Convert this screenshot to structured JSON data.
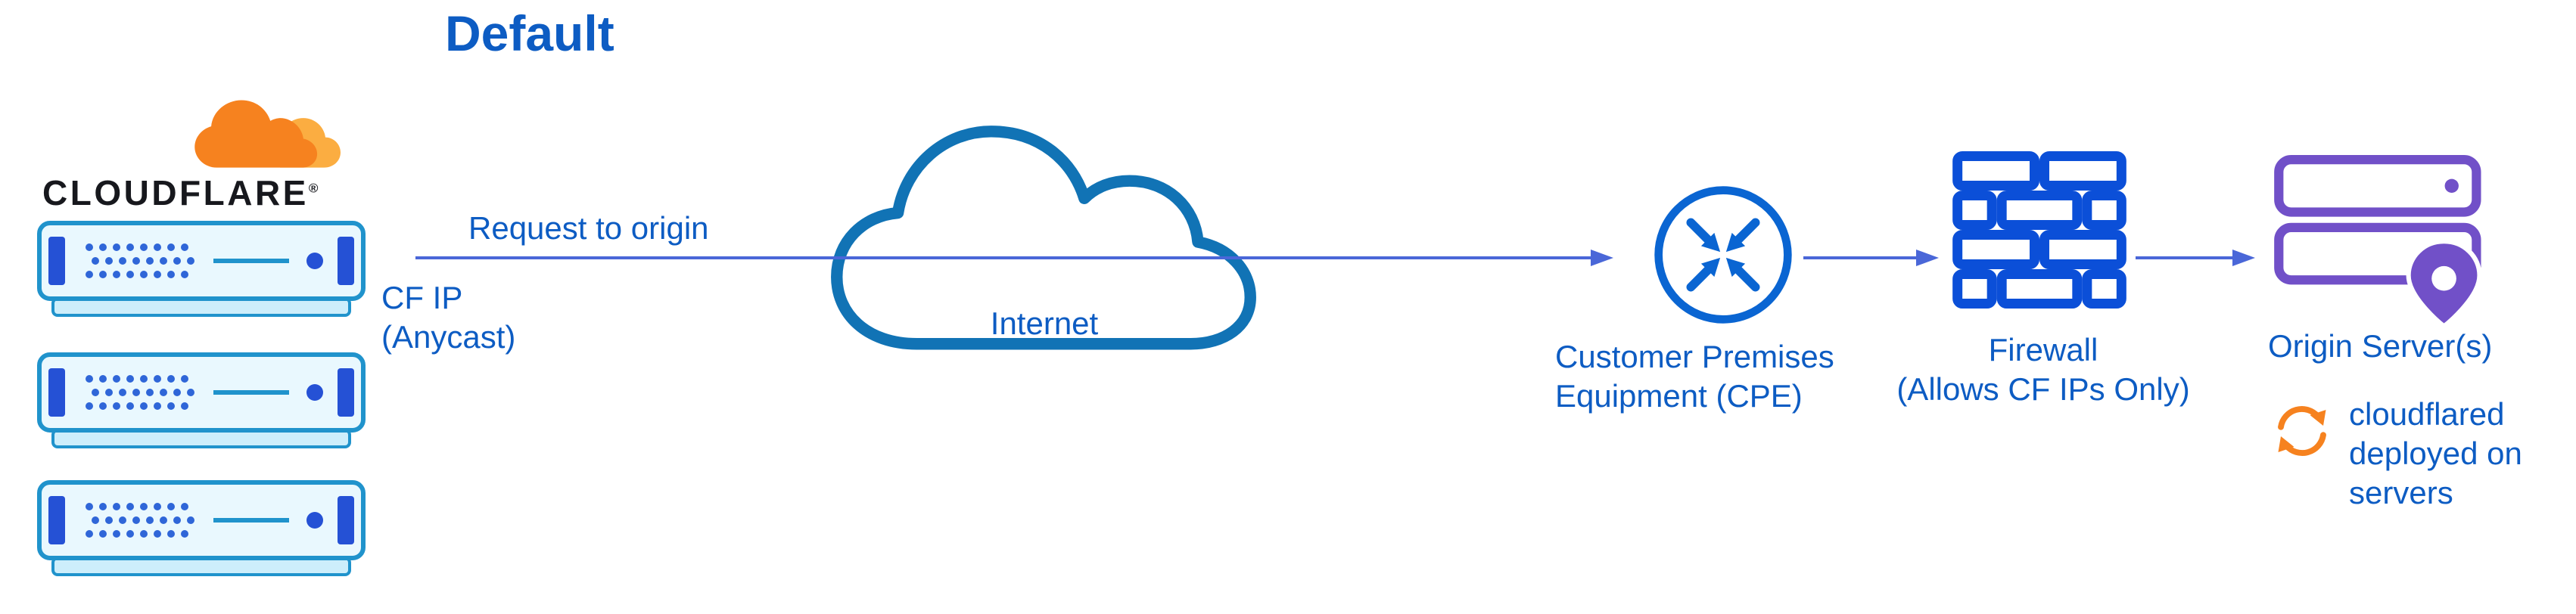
{
  "title": "Default",
  "colors": {
    "text_blue": "#0d5cc3",
    "arrow_blue": "#4a67d8",
    "cloud_stroke": "#1173b5",
    "cpe_blue": "#0a65d2",
    "firewall_blue": "#0b4fd8",
    "origin_purple": "#7150c8",
    "brand_orange": "#f6821f",
    "brand_orange_light": "#fbad41",
    "logo_text_color": "#17181d",
    "server_border": "#2093cc",
    "server_fill": "#e9f8fe",
    "server_rail": "#2551d5",
    "server_accent": "#2f66d8",
    "server_base": "#cdeefb"
  },
  "cloudflare": {
    "logo_text": "CLOUDFLARE",
    "registered_mark": "®"
  },
  "flow": {
    "request_label": "Request to origin",
    "source_label_lines": [
      "CF IP",
      "(Anycast)"
    ]
  },
  "internet": {
    "label": "Internet"
  },
  "cpe": {
    "label_lines": [
      "Customer Premises",
      "Equipment (CPE)"
    ]
  },
  "firewall": {
    "label_lines": [
      "Firewall",
      "(Allows CF IPs Only)"
    ]
  },
  "origin": {
    "label": "Origin Server(s)",
    "note_lines": [
      "cloudflared",
      "deployed on",
      "servers"
    ]
  }
}
